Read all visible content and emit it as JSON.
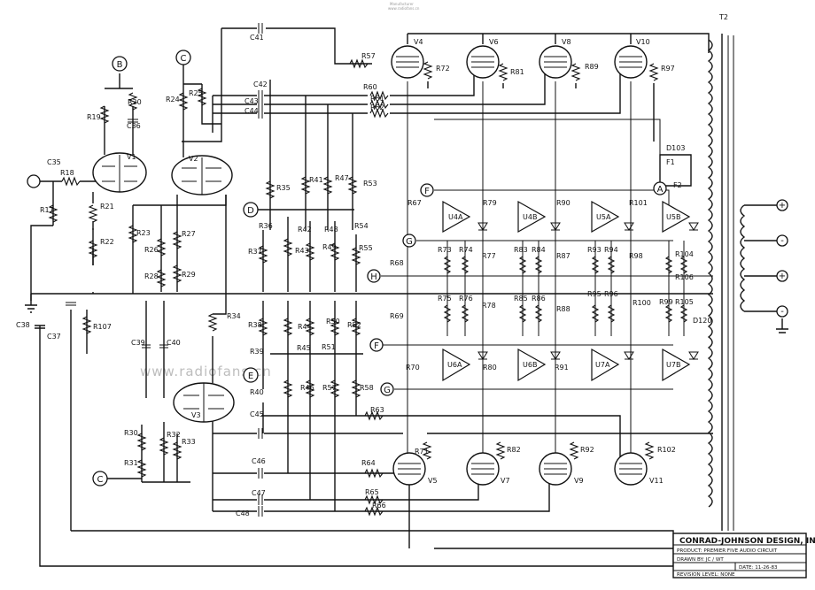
{
  "header_text": [
    "Manufacturer",
    "www.radiofans.cn"
  ],
  "watermark": "www.radiofans.cn",
  "transformer_label": "T2",
  "title_block": {
    "company": "CONRAD-JOHNSON DESIGN, INC.",
    "product": "PRODUCT: PREMIER FIVE AUDIO CIRCUIT",
    "drawn": "DRAWN BY: JC / WT",
    "date": "DATE: 11-26-83",
    "revision": "REVISION LEVEL: NONE"
  },
  "nodes": {
    "B": "B",
    "C1": "C",
    "C2": "C",
    "D": "D",
    "E": "E",
    "F1": "F",
    "F2": "F",
    "G1": "G",
    "G2": "G",
    "H": "H",
    "A": "A"
  },
  "output_terminals": [
    "+",
    "-",
    "+",
    "-"
  ],
  "tubes": {
    "V1": "V1",
    "V2": "V2",
    "V3": "V3",
    "V4": "V4",
    "V6": "V6",
    "V8": "V8",
    "V10": "V10",
    "V5": "V5",
    "V7": "V7",
    "V9": "V9",
    "V11": "V11"
  },
  "opamps": {
    "U4A": "U4A",
    "U4B": "U4B",
    "U5A": "U5A",
    "U5B": "U5B",
    "U6A": "U6A",
    "U6B": "U6B",
    "U7A": "U7A",
    "U7B": "U7B"
  },
  "labels": {
    "C35": "C35",
    "R18": "R18",
    "R19": "R19",
    "R20": "R20",
    "C36": "C36",
    "R17": "R17",
    "R21": "R21",
    "R22": "R22",
    "R24": "R24",
    "R25": "R25",
    "R23": "R23",
    "R26": "R26",
    "R27": "R27",
    "R28": "R28",
    "R29": "R29",
    "C41": "C41",
    "C42": "C42",
    "C43": "C43",
    "C44": "C44",
    "R57": "R57",
    "R60": "R60",
    "R61": "R61",
    "R62": "R62",
    "R72": "R72",
    "R81": "R81",
    "R89": "R89",
    "R97": "R97",
    "R35": "R35",
    "R41": "R41",
    "R47": "R47",
    "R53": "R53",
    "R36": "R36",
    "R42": "R42",
    "R48": "R48",
    "R54": "R54",
    "R55": "R55",
    "R37": "R37",
    "R43": "R43",
    "R49": "R49",
    "R38": "R38",
    "R44": "R44",
    "R50": "R50",
    "R52": "R52",
    "R39": "R39",
    "R45": "R45",
    "R51": "R51",
    "R40": "R40",
    "R46": "R46",
    "R57b": "R57",
    "R58": "R58",
    "R34": "R34",
    "C39": "C39",
    "C40": "C40",
    "C37": "C37",
    "C38": "C38",
    "R107": "R107",
    "R30": "R30",
    "R31": "R31",
    "R32": "R32",
    "R33": "R33",
    "C45": "C45",
    "C46": "C46",
    "C47": "C47",
    "C48": "C48",
    "R63": "R63",
    "R64": "R64",
    "R65": "R65",
    "R66": "R66",
    "R71": "R71",
    "R82": "R82",
    "R92": "R92",
    "R102": "R102",
    "R67": "R67",
    "R69": "R69",
    "R70": "R70",
    "R68": "R68",
    "R80": "R80",
    "R91": "R91",
    "R100": "R100",
    "R101": "R101",
    "D103": "D103",
    "F1": "F1",
    "F2": "F2",
    "D120": "D120",
    "R73": "R73",
    "R74": "R74",
    "R75": "R75",
    "R76": "R76",
    "R77": "R77",
    "R78": "R78",
    "R83": "R83",
    "R84": "R84",
    "R85": "R85",
    "R86": "R86",
    "R87": "R87",
    "R88": "R88",
    "R93": "R93",
    "R94": "R94",
    "R95": "R95",
    "R96": "R96",
    "R98": "R98",
    "R99": "R99",
    "R104": "R104",
    "R105": "R105",
    "R106": "R106",
    "R79": "R79",
    "R90": "R90"
  }
}
